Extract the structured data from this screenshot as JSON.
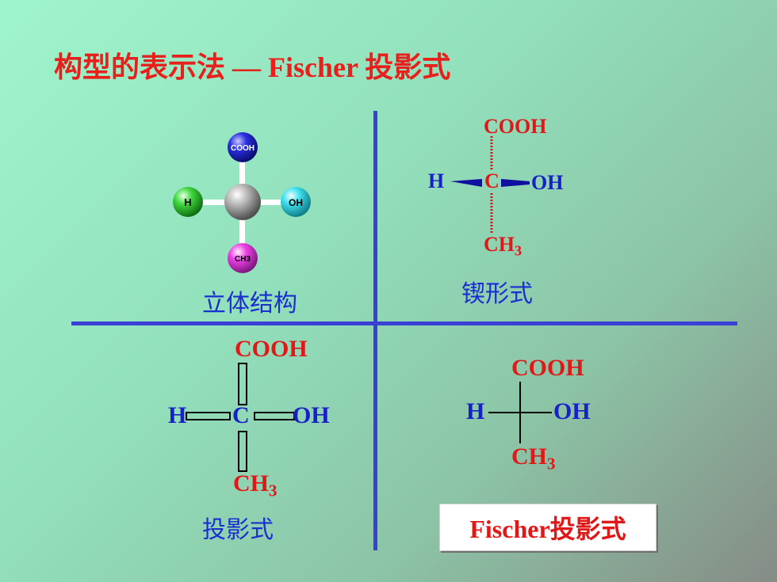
{
  "title": "构型的表示法 — Fischer 投影式",
  "model_3d": {
    "caption": "立体结构",
    "center": "",
    "top": "COOH",
    "left": "H",
    "right": "OH",
    "bottom": "CH3",
    "colors": {
      "top": "#1e24d8",
      "left": "#38d038",
      "right": "#38dcea",
      "bottom": "#e838e0",
      "center": "#a8a8a8"
    }
  },
  "wedge": {
    "caption": "锲形式",
    "top": "COOH",
    "left": "H",
    "center": "C",
    "right": "OH",
    "bottom_main": "CH",
    "bottom_sub": "3"
  },
  "projection": {
    "caption": "投影式",
    "top": "COOH",
    "left": "H",
    "center": "C",
    "right": "OH",
    "bottom_main": "CH",
    "bottom_sub": "3"
  },
  "fischer": {
    "caption": "Fischer投影式",
    "top": "COOH",
    "left": "H",
    "right": "OH",
    "bottom_main": "CH",
    "bottom_sub": "3"
  },
  "colors": {
    "title": "#e8201c",
    "divider": "#3a3fd6",
    "red_text": "#e01818",
    "blue_text": "#1820c8"
  }
}
